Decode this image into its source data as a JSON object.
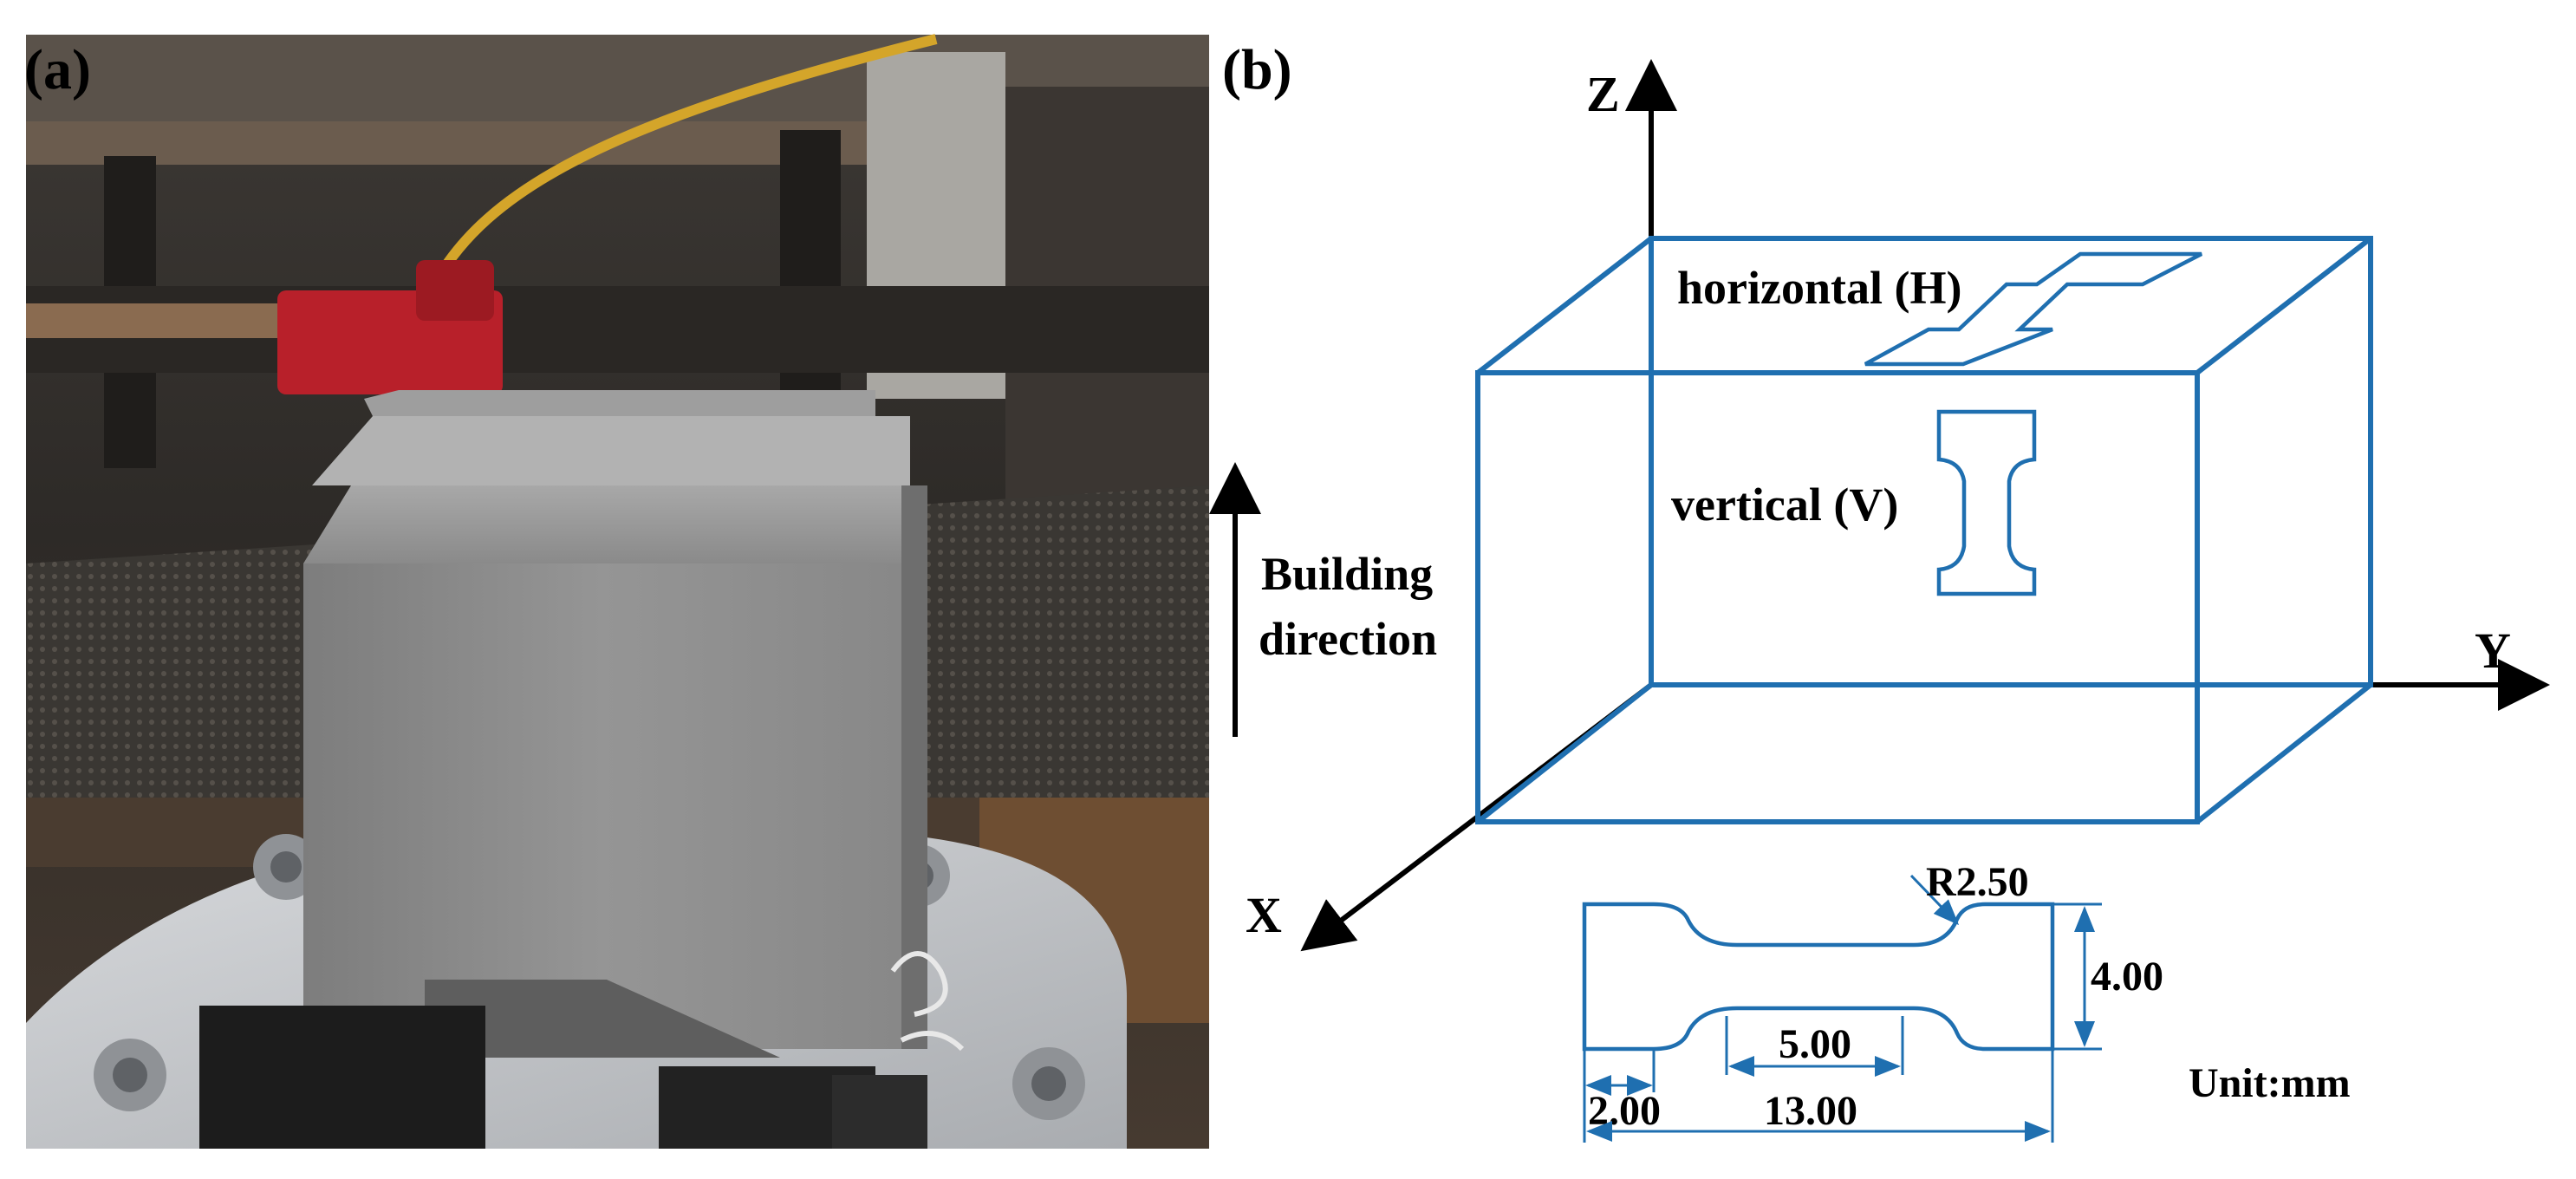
{
  "panels": {
    "a": {
      "label": "(a)"
    },
    "b": {
      "label": "(b)"
    }
  },
  "axes": {
    "z": "Z",
    "y": "Y",
    "x": "X"
  },
  "orientation": {
    "horizontal": "horizontal (H)",
    "vertical": "vertical (V)"
  },
  "building_direction": {
    "line1": "Building",
    "line2": "direction"
  },
  "dimensions": {
    "radius": "R2.50",
    "height": "4.00",
    "gauge_length": "5.00",
    "grip_length": "2.00",
    "total_length": "13.00",
    "unit": "Unit:mm"
  },
  "colors": {
    "diagram_blue": "#1f6fb0",
    "photo_machine_dark": "#2b2825",
    "photo_block_gray": "#8f8f8f",
    "photo_wire_yellow": "#d4a52a",
    "photo_clamp_red": "#b8202a",
    "photo_fixture_silver": "#c7c9cc"
  },
  "icons": [
    "arrow-up-icon"
  ]
}
